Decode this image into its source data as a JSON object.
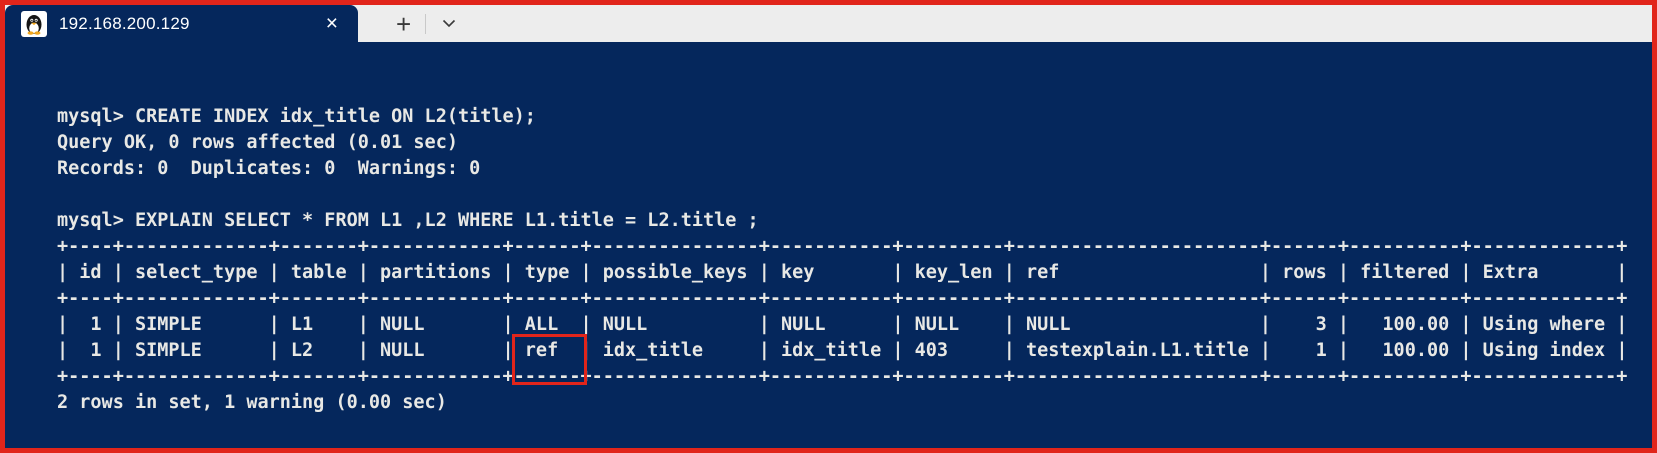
{
  "colors": {
    "frame_red": "#E1251B",
    "terminal_bg": "#05275C",
    "terminal_text": "#E8E8E5",
    "tab_strip_bg": "#EDEDED",
    "highlight_red": "#E1251B",
    "tab_icon_dark": "#3A3A3A"
  },
  "tab_bar": {
    "active_tab": {
      "title": "192.168.200.129",
      "icon": "tux-linux-icon",
      "close_glyph": "×"
    },
    "new_tab_glyph": "+",
    "dropdown_icon": "chevron-down-icon"
  },
  "terminal": {
    "lines": [
      "mysql> CREATE INDEX idx_title ON L2(title);",
      "Query OK, 0 rows affected (0.01 sec)",
      "Records: 0  Duplicates: 0  Warnings: 0",
      "",
      "mysql> EXPLAIN SELECT * FROM L1 ,L2 WHERE L1.title = L2.title ;",
      "+----+-------------+-------+------------+------+---------------+-----------+---------+----------------------+------+----------+-------------+",
      "| id | select_type | table | partitions | type | possible_keys | key       | key_len | ref                  | rows | filtered | Extra       |",
      "+----+-------------+-------+------------+------+---------------+-----------+---------+----------------------+------+----------+-------------+",
      "|  1 | SIMPLE      | L1    | NULL       | ALL  | NULL          | NULL      | NULL    | NULL                 |    3 |   100.00 | Using where |",
      "|  1 | SIMPLE      | L2    | NULL       | ref  | idx_title     | idx_title | 403     | testexplain.L1.title |    1 |   100.00 | Using index |",
      "+----+-------------+-------+------------+------+---------------+-----------+---------+----------------------+------+----------+-------------+",
      "2 rows in set, 1 warning (0.00 sec)"
    ],
    "highlight": {
      "line_index": 9,
      "char_start": 41,
      "char_count": 6,
      "highlighted_text": "ref",
      "border_color": "#E1251B"
    }
  },
  "explain_table": {
    "type": "table",
    "columns": [
      "id",
      "select_type",
      "table",
      "partitions",
      "type",
      "possible_keys",
      "key",
      "key_len",
      "ref",
      "rows",
      "filtered",
      "Extra"
    ],
    "rows": [
      [
        "1",
        "SIMPLE",
        "L1",
        "NULL",
        "ALL",
        "NULL",
        "NULL",
        "NULL",
        "NULL",
        "3",
        "100.00",
        "Using where"
      ],
      [
        "1",
        "SIMPLE",
        "L2",
        "NULL",
        "ref",
        "idx_title",
        "idx_title",
        "403",
        "testexplain.L1.title",
        "1",
        "100.00",
        "Using index"
      ]
    ],
    "summary": "2 rows in set, 1 warning (0.00 sec)"
  }
}
